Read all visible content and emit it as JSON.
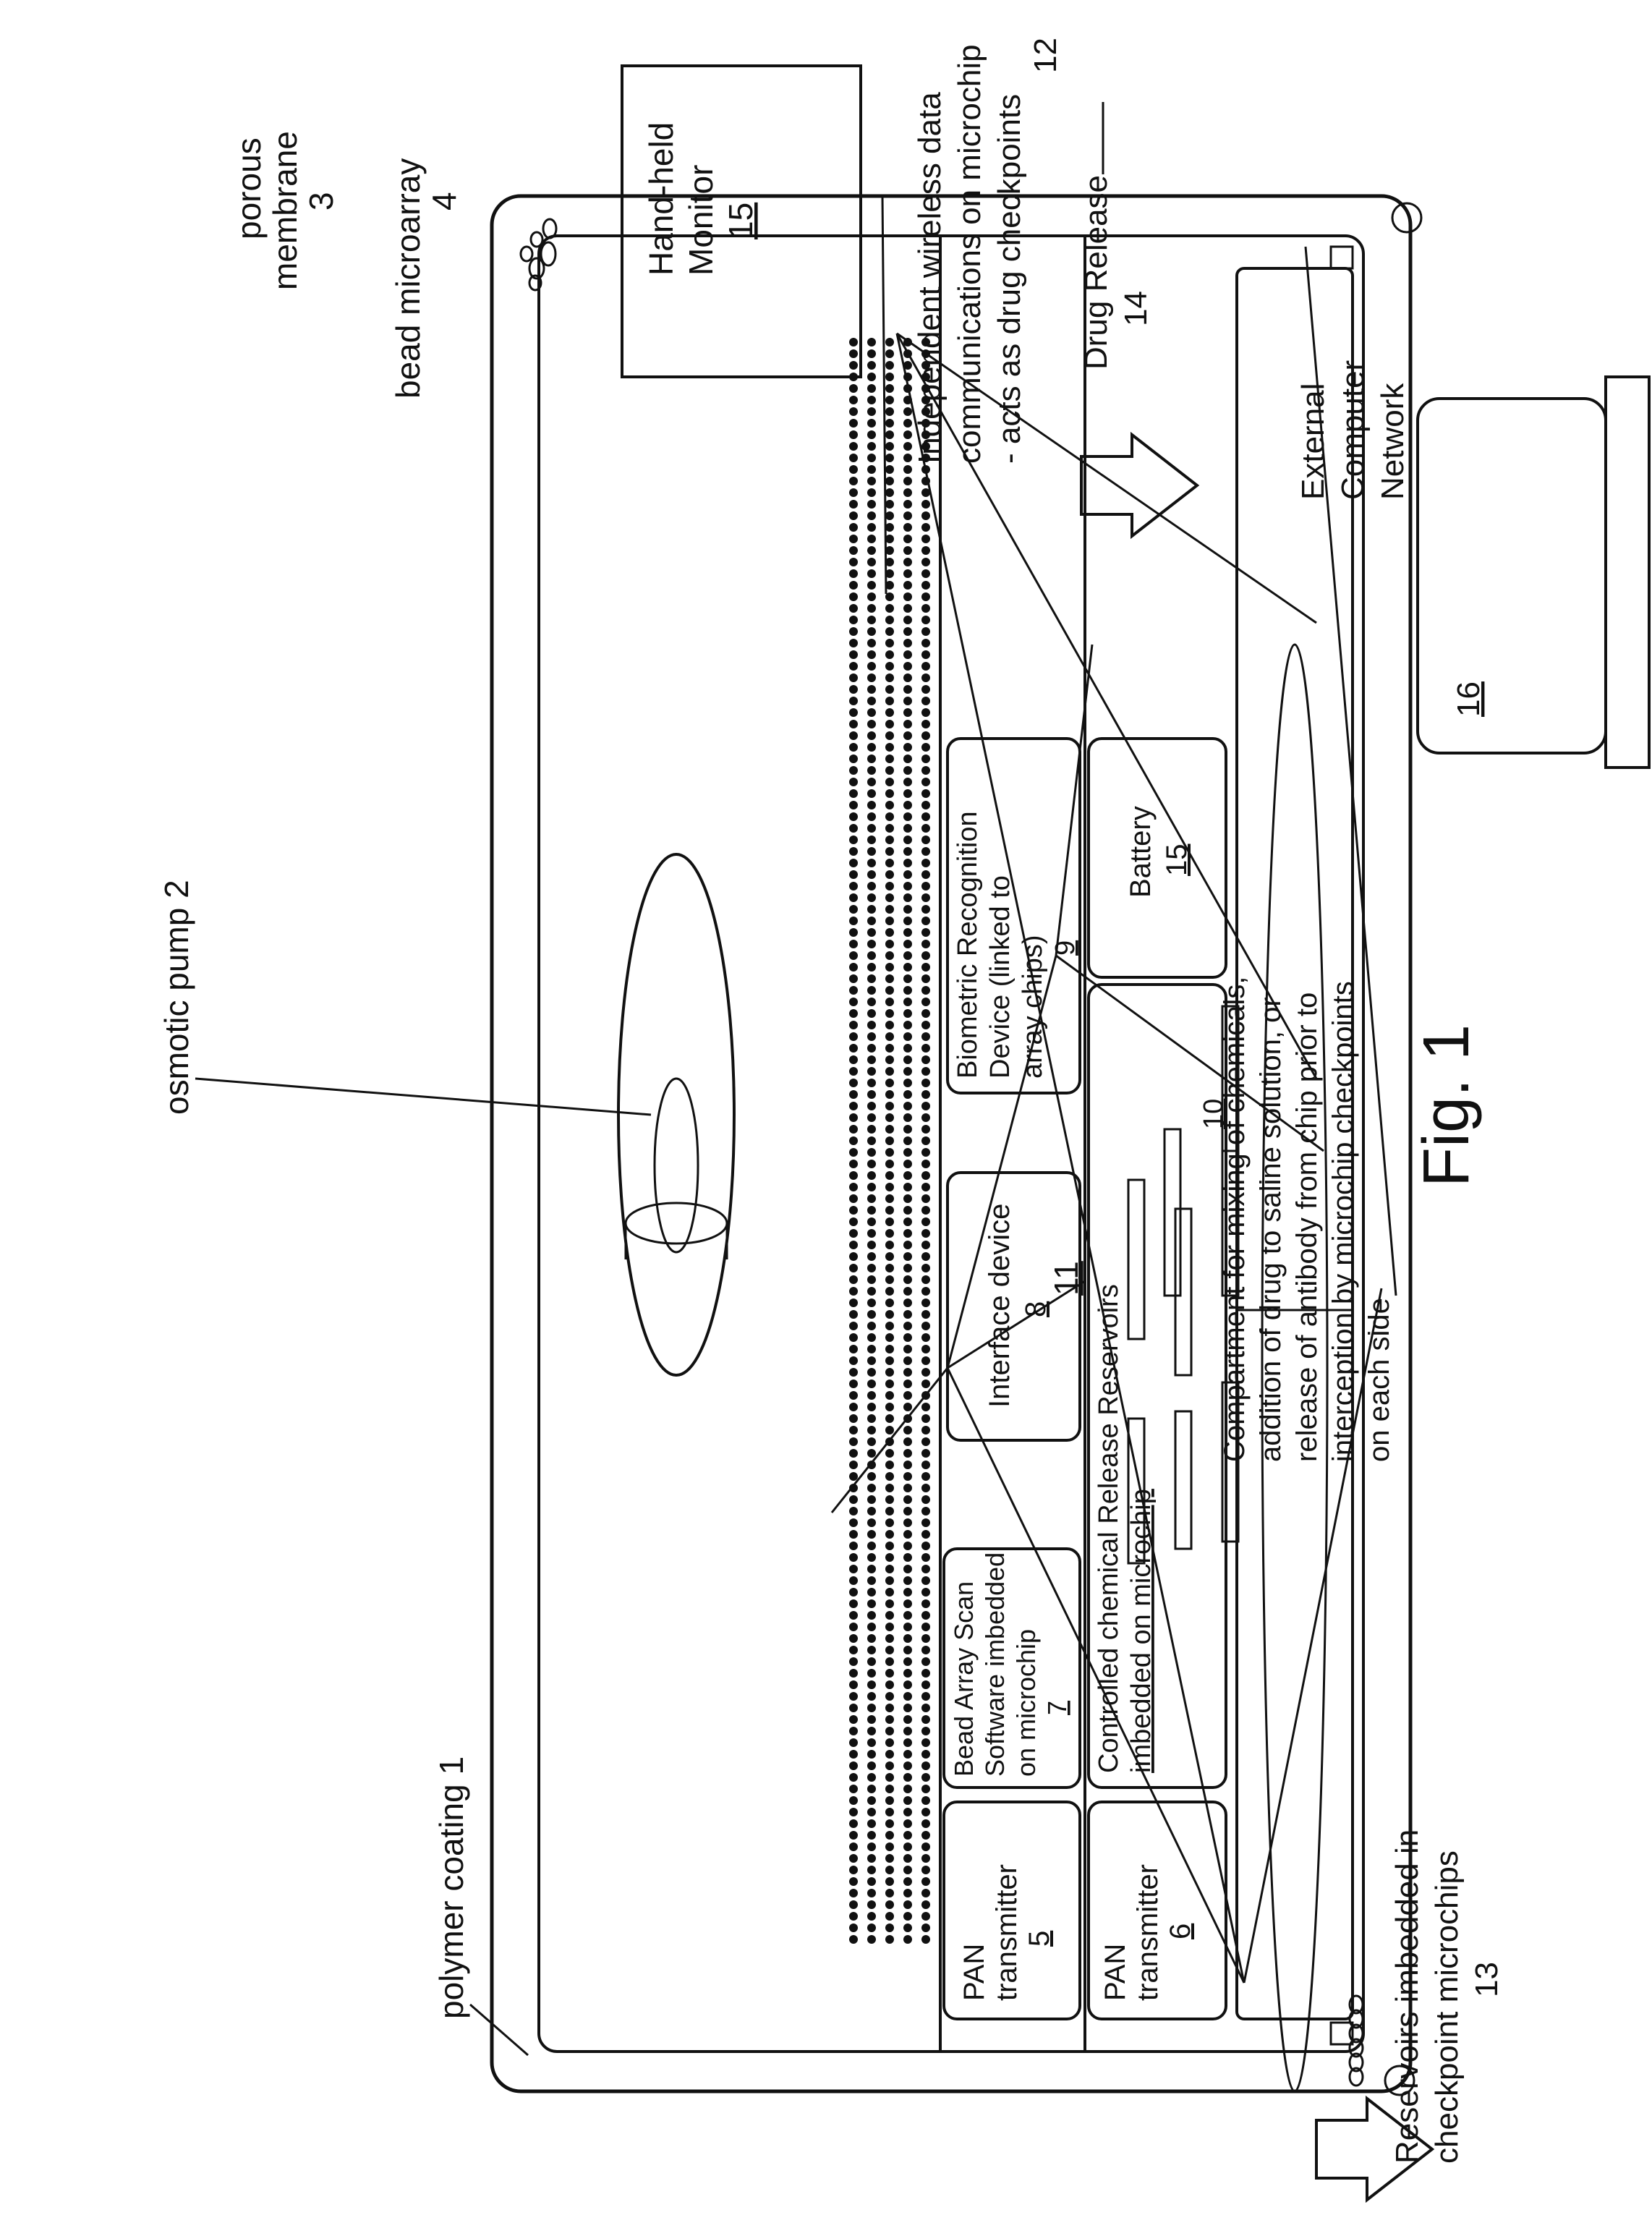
{
  "figure": {
    "caption": "Fig. 1"
  },
  "labels": {
    "polymer_coating": "polymer coating  1",
    "osmotic_pump": "osmotic pump  2",
    "porous_membrane": [
      "porous",
      "membrane",
      "3"
    ],
    "bead_microarray": [
      "bead microarray",
      "4"
    ],
    "hand_held_monitor": [
      "Hand-held",
      "Monitor",
      "15"
    ],
    "wireless": [
      "Independent wireless data",
      "communications on microchip",
      "- acts as drug checkpoints",
      "12"
    ],
    "drug_release": [
      "Drug Release",
      "14"
    ],
    "external_network": [
      "External",
      "Computer",
      "Network",
      "16"
    ],
    "compartment": [
      "Compartment for mixing of chemicals,",
      "addition of drug to saline solution, or",
      "release of antibody from chip prior to",
      "interception by microchip checkpoints",
      "on each side"
    ],
    "reservoirs_checkpoint": [
      "Reservoirs imbedded in",
      "checkpoint microchips",
      "13"
    ],
    "compartment_number": "11"
  },
  "blocks": {
    "pan5": [
      "PAN",
      "transmitter",
      "5"
    ],
    "bead_scan": [
      "Bead Array Scan",
      "Software imbedded",
      "on microchip",
      "7"
    ],
    "interface": [
      "Interface device",
      "8"
    ],
    "biometric": [
      "Biometric Recognition",
      "Device (linked to",
      "array chips)",
      "9"
    ],
    "pan6": [
      "PAN",
      "transmitter",
      "6"
    ],
    "controlled_release": [
      "Controlled chemical Release Reservoirs",
      "imbedded on microchip",
      "10"
    ],
    "battery": [
      "Battery",
      "15"
    ]
  }
}
